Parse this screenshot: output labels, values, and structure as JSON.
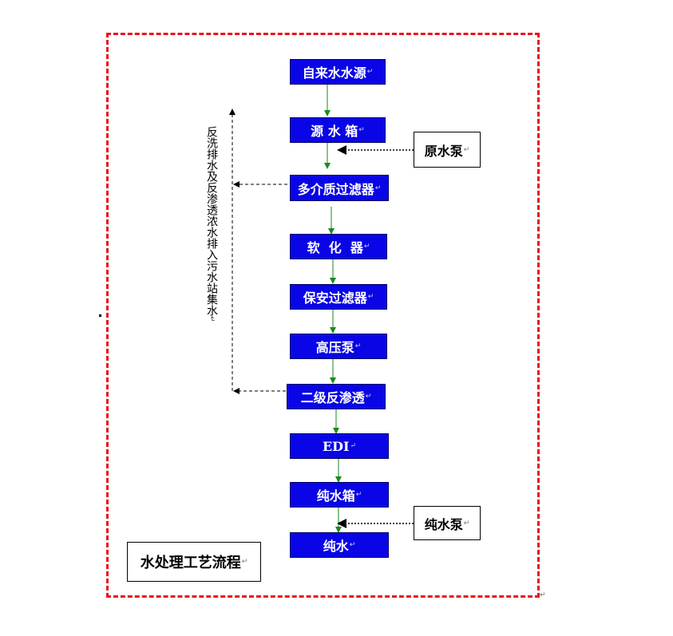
{
  "diagram": {
    "title": "水处理工艺流程",
    "side_label": "反洗排水及反渗透浓水排入污水站集水",
    "paragraph_mark": "↵",
    "colors": {
      "process_box": "#0a05e6",
      "frame_border": "#e8141c",
      "flow_arrow": "#1a8a1a"
    },
    "steps": [
      {
        "label": "自来水水源"
      },
      {
        "label": "源 水 箱"
      },
      {
        "label": "多介质过滤器"
      },
      {
        "label": "软  化  器"
      },
      {
        "label": "保安过滤器"
      },
      {
        "label": "高压泵"
      },
      {
        "label": "二级反渗透"
      },
      {
        "label": "EDI"
      },
      {
        "label": "纯水箱"
      },
      {
        "label": "纯水"
      }
    ],
    "pumps": [
      {
        "label": "原水泵"
      },
      {
        "label": "纯水泵"
      }
    ]
  }
}
